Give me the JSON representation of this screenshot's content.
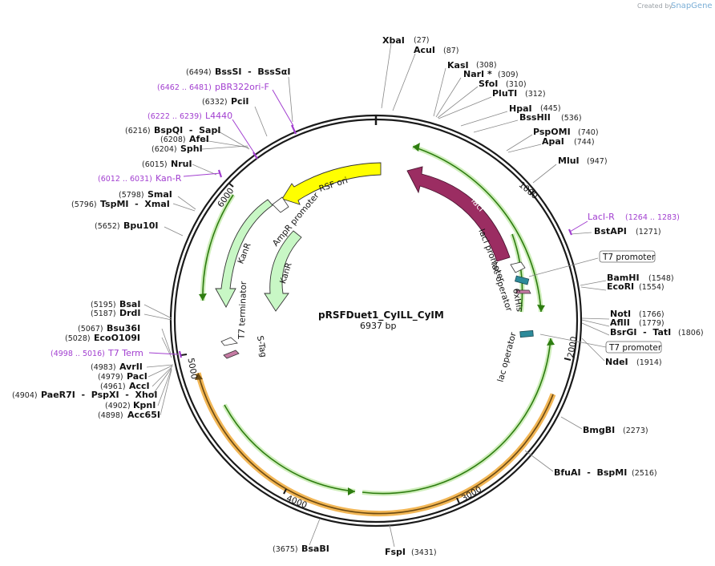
{
  "header": {
    "created_by": "Created by",
    "brand": "SnapGene"
  },
  "plasmid": {
    "name": "pRSFDuet1_CyILL_CyIM",
    "length_label": "6937 bp"
  },
  "ticks": [
    "1000",
    "2000",
    "3000",
    "4000",
    "5000",
    "6000"
  ],
  "enzymes": [
    {
      "name": "XbaI",
      "pos": "(27)"
    },
    {
      "name": "AcuI",
      "pos": "(87)"
    },
    {
      "name": "KasI",
      "pos": "(308)"
    },
    {
      "name": "NarI *",
      "pos": "(309)"
    },
    {
      "name": "SfoI",
      "pos": "(310)"
    },
    {
      "name": "PluTI",
      "pos": "(312)"
    },
    {
      "name": "HpaI",
      "pos": "(445)"
    },
    {
      "name": "BssHII",
      "pos": "(536)"
    },
    {
      "name": "PspOMI",
      "pos": "(740)"
    },
    {
      "name": "ApaI",
      "pos": "(744)"
    },
    {
      "name": "MluI",
      "pos": "(947)"
    },
    {
      "name": "BstAPI",
      "pos": "(1271)"
    },
    {
      "name": "BamHI",
      "pos": "(1548)"
    },
    {
      "name": "EcoRI",
      "pos": "(1554)"
    },
    {
      "name": "NotI",
      "pos": "(1766)"
    },
    {
      "name": "AflII",
      "pos": "(1779)"
    },
    {
      "name": "BsrGI  -  TatI",
      "pos": "(1806)"
    },
    {
      "name": "NdeI",
      "pos": "(1914)"
    },
    {
      "name": "BmgBI",
      "pos": "(2273)"
    },
    {
      "name": "BfuAI  -  BspMI",
      "pos": "(2516)"
    },
    {
      "name": "FspI",
      "pos": "(3431)"
    },
    {
      "name": "BsaBI",
      "pos": "(3675)"
    },
    {
      "name": "Acc65I",
      "pos": "(4898)"
    },
    {
      "name": "KpnI",
      "pos": "(4902)"
    },
    {
      "name": "PaeR7I  -  PspXI  -  XhoI",
      "pos": "(4904)"
    },
    {
      "name": "AccI",
      "pos": "(4961)"
    },
    {
      "name": "PacI",
      "pos": "(4979)"
    },
    {
      "name": "AvrII",
      "pos": "(4983)"
    },
    {
      "name": "EcoO109I",
      "pos": "(5028)"
    },
    {
      "name": "Bsu36I",
      "pos": "(5067)"
    },
    {
      "name": "DrdI",
      "pos": "(5187)"
    },
    {
      "name": "BsaI",
      "pos": "(5195)"
    },
    {
      "name": "Bpu10I",
      "pos": "(5652)"
    },
    {
      "name": "TspMI  -  XmaI",
      "pos": "(5796)"
    },
    {
      "name": "SmaI",
      "pos": "(5798)"
    },
    {
      "name": "NruI",
      "pos": "(6015)"
    },
    {
      "name": "SphI",
      "pos": "(6204)"
    },
    {
      "name": "AfeI",
      "pos": "(6208)"
    },
    {
      "name": "BspQI  -  SapI",
      "pos": "(6216)"
    },
    {
      "name": "PciI",
      "pos": "(6332)"
    },
    {
      "name": "BssSI  -  BssSαI",
      "pos": "(6494)"
    }
  ],
  "primers": [
    {
      "name": "pBR322ori-F",
      "range": "(6462 .. 6481)"
    },
    {
      "name": "L4440",
      "range": "(6222 .. 6239)"
    },
    {
      "name": "Kan-R",
      "range": "(6012 .. 6031)"
    },
    {
      "name": "LacI-R",
      "range": "(1264 .. 1283)"
    },
    {
      "name": "T7 Term",
      "range": "(4998 .. 5016)"
    }
  ],
  "features": {
    "rsf_ori": "RSF ori",
    "laci": "lacI",
    "laci_promoter": "lacI promoter",
    "lac_operator_1": "lac operator",
    "his_tag": "6xHis",
    "lac_operator_2": "lac operator",
    "ampr_promoter": "AmpR promoter",
    "kanr_1": "KanR",
    "kanr_2": "KanR",
    "t7_terminator": "T7 terminator",
    "s_tag": "S-Tag",
    "t7_promoter_1": "T7 promoter",
    "t7_promoter_2": "T7 promoter"
  },
  "colors": {
    "backbone": "#1a1a1a",
    "orf_fill": "#d8f5c8",
    "orf_stroke": "#2e7d10",
    "cds_orange": "#f2b655",
    "ori_yellow": "#ffff00",
    "laci_purple": "#9b2d62",
    "primer": "#a23fd0",
    "kanr_fill": "#c8f7c5"
  }
}
